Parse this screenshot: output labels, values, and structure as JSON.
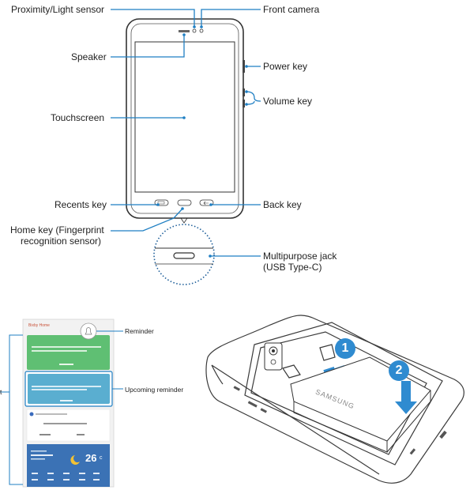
{
  "labels": {
    "proximity_sensor": "Proximity/Light sensor",
    "front_camera": "Front camera",
    "speaker": "Speaker",
    "power_key": "Power key",
    "volume_key": "Volume key",
    "touchscreen": "Touchscreen",
    "recents_key": "Recents key",
    "back_key": "Back key",
    "home_key_line1": "Home key (Fingerprint",
    "home_key_line2": "recognition sensor)",
    "multipurpose_line1": "Multipurpose jack",
    "multipurpose_line2": "(USB Type-C)",
    "reminder": "Reminder",
    "upcoming_reminder": "Upcoming reminder",
    "left_cut": "t"
  },
  "screen": {
    "header_title": "Bixby Home",
    "weather_temp": "26",
    "weather_unit": "c"
  },
  "battery": {
    "brand": "SAMSUNG",
    "step1": "1",
    "step2": "2"
  },
  "colors": {
    "callout_line": "#1f7fc3",
    "card_green": "#5fbf73",
    "card_teal": "#5aaed0",
    "card_weather": "#3b72b5",
    "step_badge": "#2f8bd0"
  }
}
